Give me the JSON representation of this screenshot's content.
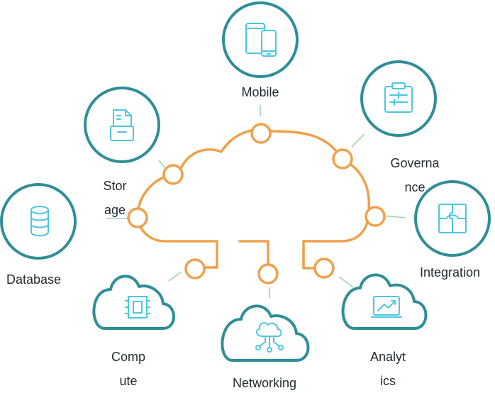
{
  "colors": {
    "teal": "#2f8e98",
    "icon": "#4cc7df",
    "orange": "#f0a04b",
    "connector": "#9fd6a6",
    "text": "#1f2a30"
  },
  "nodes": [
    {
      "id": "mobile",
      "label_lines": [
        "Mobile"
      ],
      "icon": "mobile-icon"
    },
    {
      "id": "governance",
      "label_lines": [
        "Governa",
        "nce"
      ],
      "icon": "clipboard-icon"
    },
    {
      "id": "storage",
      "label_lines": [
        "Stor",
        "age"
      ],
      "icon": "file-box-icon"
    },
    {
      "id": "integration",
      "label_lines": [
        "Integration"
      ],
      "icon": "puzzle-icon"
    },
    {
      "id": "database",
      "label_lines": [
        "Database"
      ],
      "icon": "database-icon"
    },
    {
      "id": "compute",
      "label_lines": [
        "Comp",
        "ute"
      ],
      "icon": "chip-icon"
    },
    {
      "id": "networking",
      "label_lines": [
        "Networking"
      ],
      "icon": "cloud-network-icon"
    },
    {
      "id": "analytics",
      "label_lines": [
        "Analyt",
        "ics"
      ],
      "icon": "chart-icon"
    }
  ]
}
